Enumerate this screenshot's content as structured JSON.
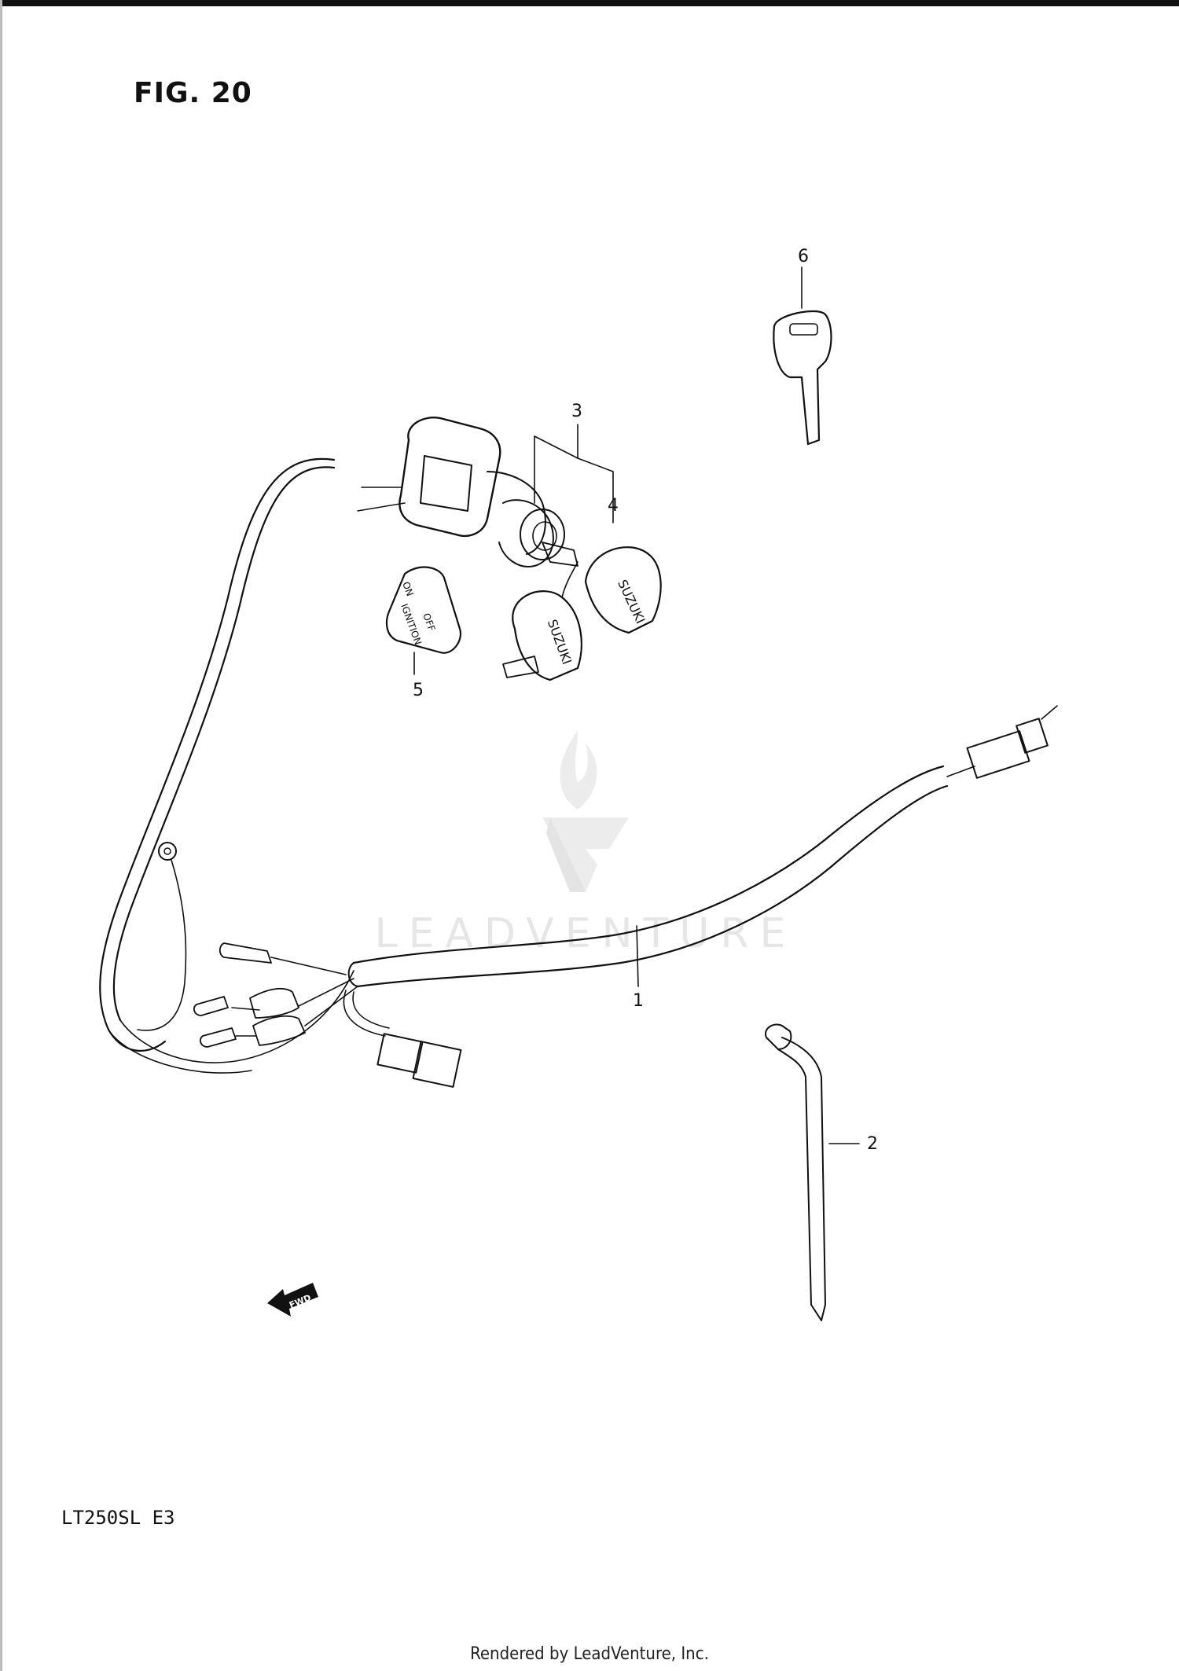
{
  "figure": {
    "title": "FIG. 20",
    "model": "LT250SL  E3"
  },
  "callouts": [
    {
      "num": "1",
      "part": "wiring-harness"
    },
    {
      "num": "2",
      "part": "cable-tie"
    },
    {
      "num": "3",
      "part": "ignition-switch-assembly"
    },
    {
      "num": "4",
      "part": "key-set"
    },
    {
      "num": "5",
      "part": "ignition-label-plate"
    },
    {
      "num": "6",
      "part": "blank-key"
    }
  ],
  "labels": {
    "ignition_plate": {
      "line1": "ON",
      "line2": "OFF",
      "line3": "IGNITION"
    },
    "key_brand": "SUZUKI",
    "fwd_arrow": "FWD"
  },
  "watermark": "LEADVENTURE",
  "footer": "Rendered by LeadVenture, Inc."
}
